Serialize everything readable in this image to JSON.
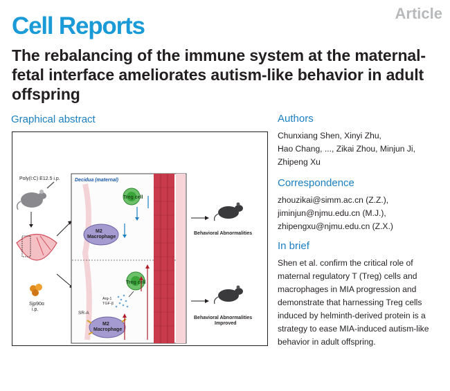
{
  "journal": "Cell Reports",
  "article_type": "Article",
  "title": "The rebalancing of the immune system at the maternal-fetal interface ameliorates autism-like behavior in adult offspring",
  "graphical_abstract": {
    "heading": "Graphical abstract",
    "injection_label": "Poly(I:C) E12.5 i.p.",
    "decidua_label": "Decidua (maternal)",
    "treg_label": "Treg cell",
    "treg_label_2": "Treg cell",
    "m2_label": "M2\nMacrophage",
    "m2_label_2": "M2\nMacrophage",
    "sr_a_label": "SR-A",
    "arg_label": "Arg-1",
    "tgf_label": "TGF-β",
    "sjp_label": "Sjp90α\ni.p.",
    "outcome_1": "Behavioral Abnormalities",
    "outcome_2": "Behavioral Abnormalities\nImproved"
  },
  "authors": {
    "heading": "Authors",
    "lines": [
      "Chunxiang Shen, Xinyi Zhu,",
      "Hao Chang, ..., Zikai Zhou, Minjun Ji,",
      "Zhipeng Xu"
    ]
  },
  "correspondence": {
    "heading": "Correspondence",
    "lines": [
      "zhouzikai@simm.ac.cn (Z.Z.),",
      "jiminjun@njmu.edu.cn (M.J.),",
      "zhipengxu@njmu.edu.cn (Z.X.)"
    ]
  },
  "in_brief": {
    "heading": "In brief",
    "lines": [
      "Shen et al. confirm the critical role of",
      "maternal regulatory T (Treg) cells and",
      "macrophages in MIA progression and",
      "demonstrate that harnessing Treg cells",
      "induced by helminth-derived protein is a",
      "strategy to ease MIA-induced autism-like",
      "behavior in adult offspring."
    ]
  },
  "colors": {
    "brand_blue": "#1a9ad6",
    "heading_blue": "#1a7fc1",
    "article_gray": "#b7b9bb",
    "vessel_red": "#d24a5a",
    "treg_green": "#3aa63a",
    "macrophage_purple": "#8f86c2"
  }
}
